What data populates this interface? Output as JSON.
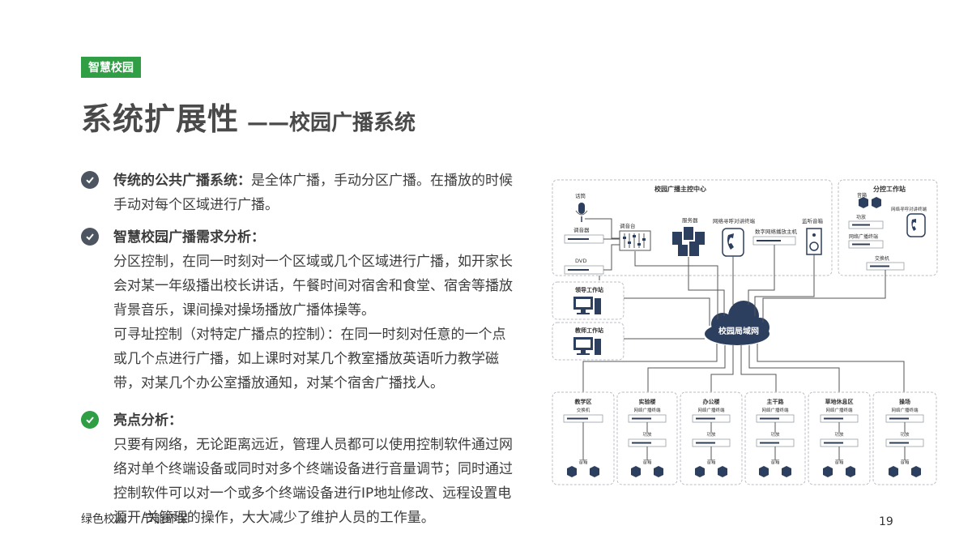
{
  "tag": "智慧校园",
  "title": {
    "main": "系统扩展性",
    "sub": "——校园广播系统"
  },
  "sections": [
    {
      "head": "传统的公共广播系统：",
      "body": "是全体广播，手动分区广播。在播放的时候手动对每个区域进行广播。"
    },
    {
      "head": "智慧校园广播需求分析：",
      "body1": "分区控制，在同一时刻对一个区域或几个区域进行广播，如开家长会对某一年级播出校长讲话，午餐时间对宿舍和食堂、宿舍等播放背景音乐，课间操对操场播放广播体操等。",
      "body2": "可寻址控制（对特定广播点的控制）：在同一时刻对任意的一个点或几个点进行广播，如上课时对某几个教室播放英语听力教学磁带，对某几个办公室播放通知，对某个宿舍广播找人。"
    },
    {
      "head": "亮点分析：",
      "body": "只要有网络，无论距离远近，管理人员都可以使用控制软件通过网络对单个终端设备或同时对多个终端设备进行音量调节；同时通过控制软件可以对一个或多个终端设备进行IP地址修改、远程设置电源开/关管理的操作，大大减少了维护人员的工作量。"
    }
  ],
  "footer": {
    "left1": "绿色校园",
    "left2": "节能环保",
    "page": "19"
  },
  "diagram": {
    "center_title": "校园广播主控中心",
    "mic": "话筒",
    "mixer_dev": "调音器",
    "dvd": "DVD",
    "mixer": "调音台",
    "server": "服务器",
    "intercom": "网络寻呼对讲终端",
    "digital_host": "数字网络播放主机",
    "monitor": "监听音箱",
    "branch_title": "分控工作站",
    "branch_speaker": "音箱",
    "branch_intercom": "网络寻呼对讲终端",
    "branch_amp": "功放",
    "branch_terminal": "网络广播终端",
    "branch_switch": "交换机",
    "leader": "领导工作站",
    "teacher": "教师工作站",
    "cloud": "校园局域网",
    "zones": [
      {
        "name": "教学区",
        "device": "交换机",
        "speaker": "音箱"
      },
      {
        "name": "实验楼",
        "device": "网络广播终端",
        "amp": "功放",
        "speaker": "音箱"
      },
      {
        "name": "办公楼",
        "device": "网络广播终端",
        "amp": "功放",
        "speaker": "音箱"
      },
      {
        "name": "主干路",
        "device": "网络广播终端",
        "amp": "功放",
        "speaker": "音箱"
      },
      {
        "name": "草地休息区",
        "device": "网络广播终端",
        "amp": "功放",
        "speaker": "音箱"
      },
      {
        "name": "操场",
        "device": "网络广播终端",
        "amp": "功放",
        "speaker": "音箱"
      }
    ]
  },
  "colors": {
    "accent_green": "#2f9e44",
    "navy": "#2d3f5e",
    "text": "#3d3d3d"
  }
}
